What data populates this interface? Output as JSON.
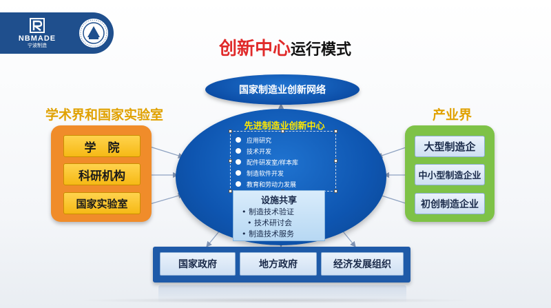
{
  "header": {
    "brand": "NBMADE",
    "brand_sub": "宁波制造",
    "title_main": "创新中心",
    "title_sub": "运行模式"
  },
  "top_node": {
    "label": "国家制造业创新网络"
  },
  "center": {
    "title": "先进制造业创新中心",
    "items": [
      "应用研究",
      "技术开发",
      "配件研发室/样本库",
      "制造软件开发",
      "教育和劳动力发展"
    ]
  },
  "facility": {
    "title": "设施共享",
    "items": [
      "制造技术验证",
      "技术研讨会",
      "制造技术服务"
    ]
  },
  "left_group": {
    "title": "学术界和国家实验室",
    "boxes": [
      "学　院",
      "科研机构",
      "国家实验室"
    ]
  },
  "right_group": {
    "title": "产业界",
    "boxes": [
      "大型制造企",
      "中小型制造企业",
      "初创制造企业"
    ]
  },
  "bottom_group": {
    "boxes": [
      "国家政府",
      "地方政府",
      "经济发展组织"
    ]
  },
  "colors": {
    "title_red": "#e02a2a",
    "side_title_gold": "#e0a100",
    "ellipse_blue": "#0e55b0",
    "left_panel": "#f08c2a",
    "right_panel": "#7ec247",
    "center_title_yellow": "#ffe800"
  }
}
